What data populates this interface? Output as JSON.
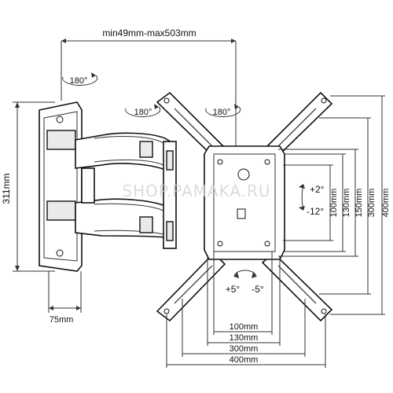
{
  "labels": {
    "arm_range": "min49mm-max503mm",
    "rotation_1": "180°",
    "rotation_2": "180°",
    "rotation_3": "180°",
    "wall_height": "311mm",
    "wall_width": "75mm",
    "tilt_up": "+2°",
    "tilt_down": "-12°",
    "swivel_plus": "+5°",
    "swivel_minus": "-5°",
    "watermark": "SHOP.PAMAKA.RU"
  },
  "vesa_vertical": [
    "100mm",
    "130mm",
    "150mm",
    "300mm",
    "400mm"
  ],
  "vesa_horizontal": [
    "100mm",
    "130mm",
    "300mm",
    "400mm"
  ]
}
